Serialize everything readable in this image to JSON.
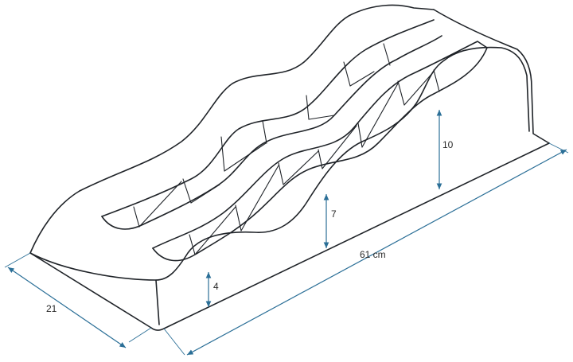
{
  "dimensions": {
    "width": "21",
    "length": "61 cm",
    "step_low": "4",
    "step_mid": "7",
    "step_high": "10"
  },
  "colors": {
    "outline": "#1f2328",
    "dimension_line": "#2b6f97"
  }
}
